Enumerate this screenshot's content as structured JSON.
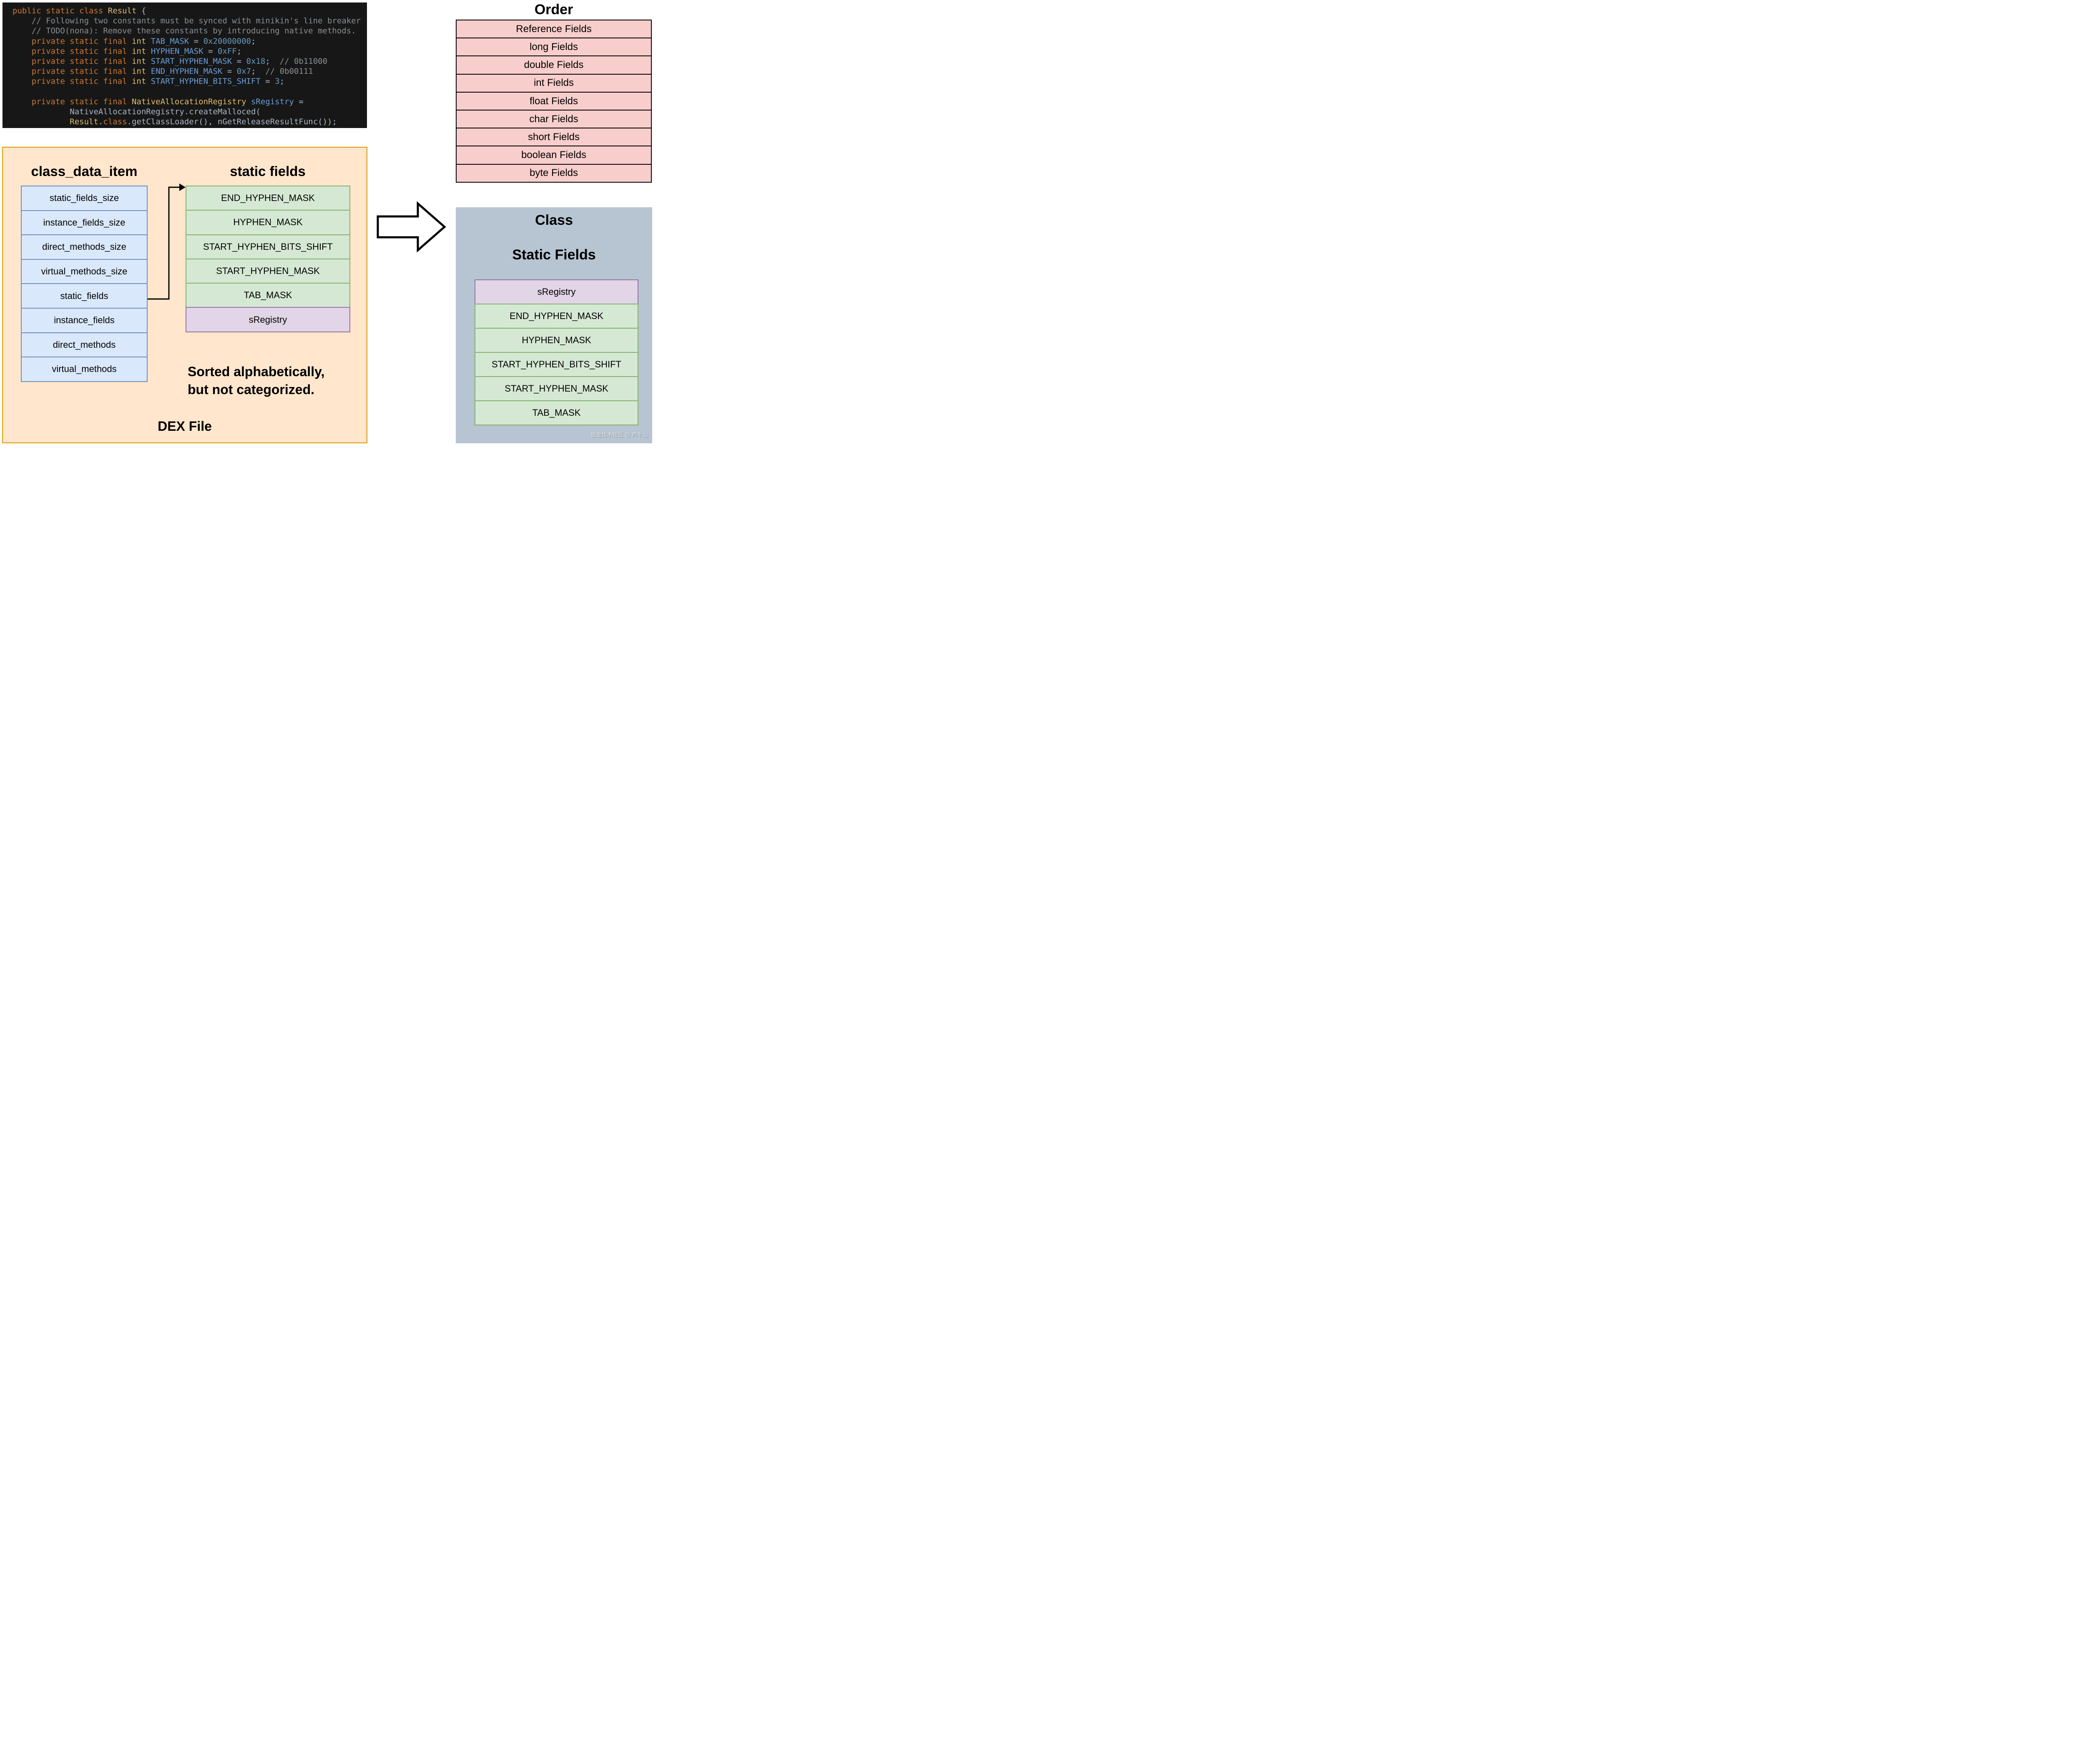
{
  "colors": {
    "orange_bg": "#FFE6CC",
    "orange_border": "#D79B00",
    "blue_bg": "#DAE8FC",
    "blue_border": "#6C8EBF",
    "green_bg": "#D5E8D4",
    "green_border": "#82B366",
    "purple_bg": "#E1D5E7",
    "purple_border": "#9673A6",
    "pink_bg": "#F8CECC",
    "pink_border": "#000000",
    "panel_bg": "#B7C4D2",
    "code_bg": "#171717"
  },
  "code": {
    "lines": [
      [
        [
          "k",
          "public static class "
        ],
        [
          "t",
          "Result"
        ],
        [
          "p",
          " {"
        ]
      ],
      [
        [
          "c",
          "    // Following two constants must be synced with minikin's line breaker"
        ]
      ],
      [
        [
          "c",
          "    // TODO(nona): Remove these constants by introducing native methods."
        ]
      ],
      [
        [
          "p",
          "    "
        ],
        [
          "k",
          "private static final "
        ],
        [
          "t",
          "int "
        ],
        [
          "f",
          "TAB_MASK"
        ],
        [
          "p",
          " = "
        ],
        [
          "n",
          "0x20000000"
        ],
        [
          "p",
          ";"
        ]
      ],
      [
        [
          "p",
          "    "
        ],
        [
          "k",
          "private static final "
        ],
        [
          "t",
          "int "
        ],
        [
          "f",
          "HYPHEN_MASK"
        ],
        [
          "p",
          " = "
        ],
        [
          "n",
          "0xFF"
        ],
        [
          "p",
          ";"
        ]
      ],
      [
        [
          "p",
          "    "
        ],
        [
          "k",
          "private static final "
        ],
        [
          "t",
          "int "
        ],
        [
          "f",
          "START_HYPHEN_MASK"
        ],
        [
          "p",
          " = "
        ],
        [
          "n",
          "0x18"
        ],
        [
          "p",
          ";  "
        ],
        [
          "c",
          "// 0b11000"
        ]
      ],
      [
        [
          "p",
          "    "
        ],
        [
          "k",
          "private static final "
        ],
        [
          "t",
          "int "
        ],
        [
          "f",
          "END_HYPHEN_MASK"
        ],
        [
          "p",
          " = "
        ],
        [
          "n",
          "0x7"
        ],
        [
          "p",
          ";  "
        ],
        [
          "c",
          "// 0b00111"
        ]
      ],
      [
        [
          "p",
          "    "
        ],
        [
          "k",
          "private static final "
        ],
        [
          "t",
          "int "
        ],
        [
          "f",
          "START_HYPHEN_BITS_SHIFT"
        ],
        [
          "p",
          " = "
        ],
        [
          "n",
          "3"
        ],
        [
          "p",
          ";"
        ]
      ],
      [],
      [
        [
          "p",
          "    "
        ],
        [
          "k",
          "private static final "
        ],
        [
          "t",
          "NativeAllocationRegistry "
        ],
        [
          "f",
          "sRegistry"
        ],
        [
          "p",
          " ="
        ]
      ],
      [
        [
          "p",
          "            NativeAllocationRegistry.createMalloced("
        ]
      ],
      [
        [
          "p",
          "            "
        ],
        [
          "t",
          "Result"
        ],
        [
          "p",
          "."
        ],
        [
          "k",
          "class"
        ],
        [
          "p",
          ".getClassLoader(), nGetReleaseResultFunc());"
        ]
      ]
    ]
  },
  "dex": {
    "title": "DEX File",
    "note_line1": "Sorted alphabetically,",
    "note_line2": "but not categorized.",
    "class_data_item": {
      "title": "class_data_item",
      "rows": [
        "static_fields_size",
        "instance_fields_size",
        "direct_methods_size",
        "virtual_methods_size",
        "static_fields",
        "instance_fields",
        "direct_methods",
        "virtual_methods"
      ]
    },
    "static_fields": {
      "title": "static fields",
      "rows": [
        {
          "label": "END_HYPHEN_MASK",
          "variant": "green"
        },
        {
          "label": "HYPHEN_MASK",
          "variant": "green"
        },
        {
          "label": "START_HYPHEN_BITS_SHIFT",
          "variant": "green"
        },
        {
          "label": "START_HYPHEN_MASK",
          "variant": "green"
        },
        {
          "label": "TAB_MASK",
          "variant": "green"
        },
        {
          "label": "sRegistry",
          "variant": "purple"
        }
      ]
    }
  },
  "order": {
    "title": "Order",
    "rows": [
      "Reference Fields",
      "long Fields",
      "double Fields",
      "int Fields",
      "float Fields",
      "char Fields",
      "short Fields",
      "boolean Fields",
      "byte Fields"
    ]
  },
  "result": {
    "title": "Class",
    "subtitle": "Static Fields",
    "rows": [
      {
        "label": "sRegistry",
        "variant": "purple"
      },
      {
        "label": "END_HYPHEN_MASK",
        "variant": "green"
      },
      {
        "label": "HYPHEN_MASK",
        "variant": "green"
      },
      {
        "label": "START_HYPHEN_BITS_SHIFT",
        "variant": "green"
      },
      {
        "label": "START_HYPHEN_MASK",
        "variant": "green"
      },
      {
        "label": "TAB_MASK",
        "variant": "green"
      }
    ]
  },
  "watermark": "掘金技术社区 @ 芦半山"
}
